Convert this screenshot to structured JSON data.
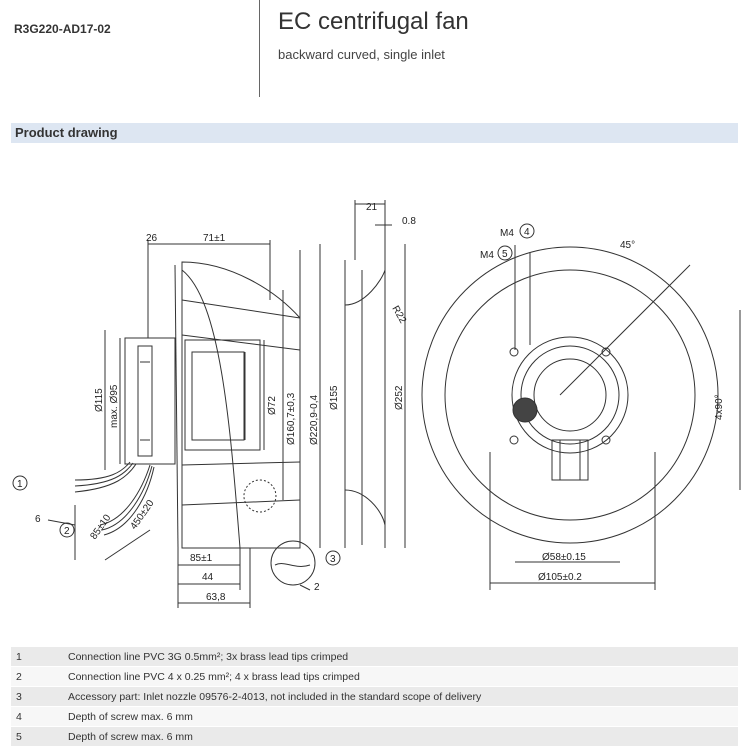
{
  "header": {
    "model": "R3G220-AD17-02",
    "title": "EC centrifugal fan",
    "subtitle": "backward curved, single inlet"
  },
  "section": {
    "title": "Product drawing"
  },
  "drawing": {
    "side": {
      "d26": "26",
      "d71": "71±1",
      "d115": "Ø115",
      "d95": "max. Ø95",
      "d72": "Ø72",
      "d160": "Ø160,7±0,3",
      "d220": "Ø220,9-0,4",
      "d6": "6",
      "d85": "85±10",
      "d450": "450±20",
      "d85b": "85±1",
      "d44": "44",
      "d638": "63,8",
      "d2": "2"
    },
    "nozzle": {
      "d21": "21",
      "d08": "0.8",
      "r22": "R22",
      "d155": "Ø155",
      "d252": "Ø252"
    },
    "front": {
      "m4a": "M4",
      "m4b": "M4",
      "a45": "45°",
      "a90": "4x90°",
      "d58": "Ø58±0.15",
      "d105": "Ø105±0.2"
    },
    "callouts": [
      "1",
      "2",
      "3",
      "4",
      "5"
    ]
  },
  "notes": [
    {
      "num": "1",
      "text": "Connection line PVC 3G 0.5mm²; 3x brass lead tips crimped"
    },
    {
      "num": "2",
      "text": "Connection line PVC 4 x 0.25 mm²; 4 x brass lead tips crimped"
    },
    {
      "num": "3",
      "text": "Accessory part: Inlet nozzle 09576-2-4013, not included in the standard scope of delivery"
    },
    {
      "num": "4",
      "text": "Depth of screw max. 6 mm"
    },
    {
      "num": "5",
      "text": "Depth of screw max. 6 mm"
    }
  ]
}
